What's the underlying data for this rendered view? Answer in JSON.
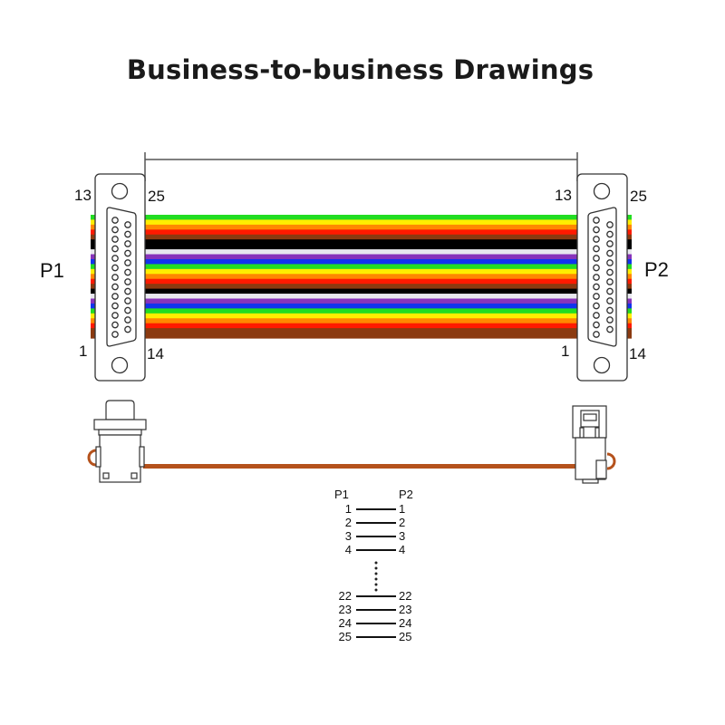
{
  "title": "Business-to-business Drawings",
  "connectors": {
    "left": {
      "label": "P1",
      "pin_top_left": "13",
      "pin_top_right": "25",
      "pin_bottom_left": "1",
      "pin_bottom_right": "14"
    },
    "right": {
      "label": "P2",
      "pin_top_left": "13",
      "pin_top_right": "25",
      "pin_bottom_left": "1",
      "pin_bottom_right": "14"
    }
  },
  "ribbon_colors": [
    "#22dd22",
    "#ffee00",
    "#ff8800",
    "#ff1a00",
    "#8b3a10",
    "#000000",
    "#000000",
    "#e8e8ee",
    "#8833bb",
    "#1133ee",
    "#22dd22",
    "#ffee00",
    "#ff8800",
    "#ff1a00",
    "#8b3a10",
    "#000000",
    "#e8e8ee",
    "#8833bb",
    "#1133ee",
    "#22dd22",
    "#ffee00",
    "#ff8800",
    "#ff1a00",
    "#8b3a10",
    "#8b3a10"
  ],
  "side_cable_color": "#b5521c",
  "pin_mapping": {
    "header_left": "P1",
    "header_right": "P2",
    "rows_top": [
      {
        "p1": "1",
        "p2": "1"
      },
      {
        "p1": "2",
        "p2": "2"
      },
      {
        "p1": "3",
        "p2": "3"
      },
      {
        "p1": "4",
        "p2": "4"
      }
    ],
    "rows_bottom": [
      {
        "p1": "22",
        "p2": "22"
      },
      {
        "p1": "23",
        "p2": "23"
      },
      {
        "p1": "24",
        "p2": "24"
      },
      {
        "p1": "25",
        "p2": "25"
      }
    ]
  }
}
